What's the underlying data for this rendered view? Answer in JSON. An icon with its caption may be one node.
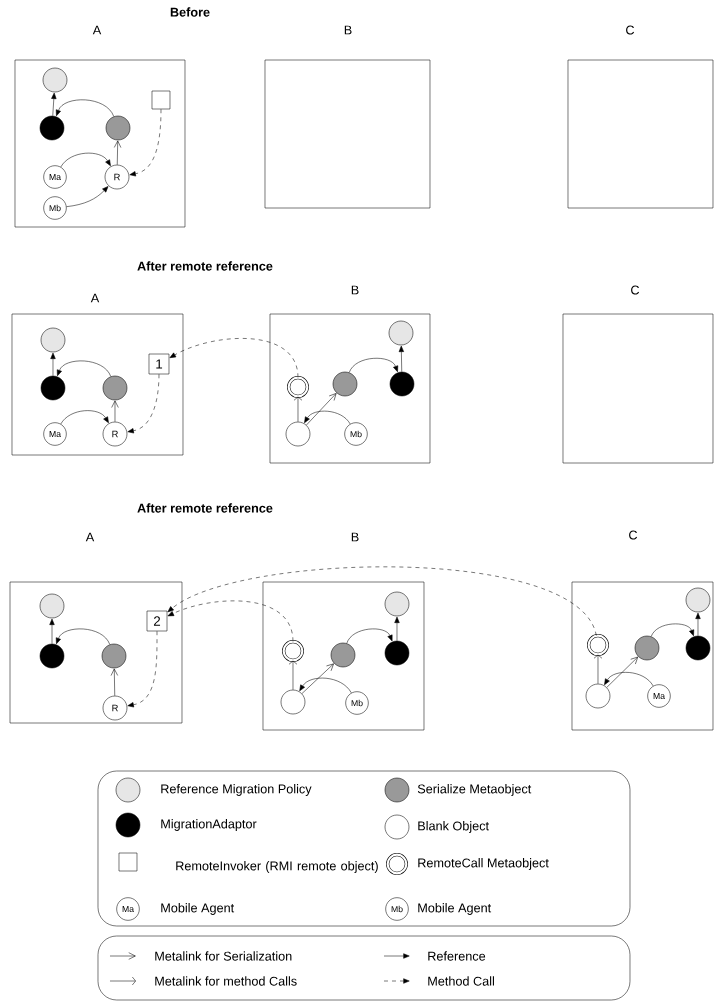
{
  "diagram": {
    "nodes": [
      {
        "text": [
          "A"
        ]
      },
      {
        "text": [],
        "shape": "circle",
        "in": 0
      },
      {
        "text": [],
        "shape": "circle",
        "in": 0
      },
      {
        "text": [],
        "shape": "circle",
        "in": 0
      },
      {
        "text": [],
        "shape": "box",
        "in": 0
      },
      {
        "text": [
          "Ma"
        ],
        "in": 0
      },
      {
        "text": [
          "R"
        ],
        "in": 0
      },
      {
        "text": [
          "Mb"
        ],
        "in": 0
      },
      {
        "text": [
          "B"
        ]
      },
      {
        "text": [
          "C"
        ]
      },
      {
        "text": [
          "A"
        ]
      },
      {
        "text": [],
        "shape": "circle",
        "in": 10
      },
      {
        "text": [],
        "shape": "circle",
        "in": 10
      },
      {
        "text": [],
        "shape": "circle",
        "in": 10
      },
      {
        "text": [
          "1"
        ],
        "in": 10
      },
      {
        "text": [
          "Ma"
        ],
        "in": 10
      },
      {
        "text": [
          "R"
        ],
        "in": 10
      },
      {
        "text": [
          "B"
        ]
      },
      {
        "text": [],
        "shape": "circle",
        "in": 17
      },
      {
        "text": [],
        "shape": "circle",
        "in": 17
      },
      {
        "text": [],
        "shape": "circle",
        "in": 17
      },
      {
        "text": [],
        "shape": "circle",
        "in": 17
      },
      {
        "text": [],
        "shape": "circle",
        "in": 17
      },
      {
        "text": [
          "Mb"
        ],
        "in": 17
      },
      {
        "text": [
          "C"
        ]
      },
      {
        "text": [
          "A"
        ]
      },
      {
        "text": [],
        "shape": "circle",
        "in": 25
      },
      {
        "text": [],
        "shape": "circle",
        "in": 25
      },
      {
        "text": [],
        "shape": "circle",
        "in": 25
      },
      {
        "text": [
          "2"
        ],
        "in": 25
      },
      {
        "text": [
          "R"
        ],
        "in": 25
      },
      {
        "text": [
          "B"
        ]
      },
      {
        "text": [],
        "shape": "circle",
        "in": 31
      },
      {
        "text": [],
        "shape": "circle",
        "in": 31
      },
      {
        "text": [],
        "shape": "circle",
        "in": 31
      },
      {
        "text": [],
        "shape": "circle",
        "in": 31
      },
      {
        "text": [],
        "shape": "circle",
        "in": 31
      },
      {
        "text": [
          "Mb"
        ],
        "in": 31
      },
      {
        "text": [
          "C"
        ]
      },
      {
        "text": [],
        "shape": "circle",
        "in": 38
      },
      {
        "text": [],
        "shape": "circle",
        "in": 38
      },
      {
        "text": [],
        "shape": "circle",
        "in": 38
      },
      {
        "text": [],
        "shape": "circle",
        "in": 38
      },
      {
        "text": [],
        "shape": "circle",
        "in": 38
      },
      {
        "text": [
          "Ma"
        ],
        "in": 38
      }
    ],
    "edges": [
      {
        "from": 2,
        "to": 1,
        "arrow": "to"
      },
      {
        "from": 3,
        "to": 2,
        "arrow": "to"
      },
      {
        "from": 6,
        "to": 3,
        "arrow": "to"
      },
      {
        "from": 5,
        "to": 6,
        "arrow": "to"
      },
      {
        "from": 7,
        "to": 6,
        "arrow": "to"
      },
      {
        "from": 4,
        "to": 6,
        "arrow": "to",
        "style": "dashed"
      },
      {
        "from": 12,
        "to": 11,
        "arrow": "to"
      },
      {
        "from": 13,
        "to": 12,
        "arrow": "to"
      },
      {
        "from": 16,
        "to": 13,
        "arrow": "to"
      },
      {
        "from": 15,
        "to": 16,
        "arrow": "to"
      },
      {
        "from": 14,
        "to": 16,
        "arrow": "to",
        "style": "dashed"
      },
      {
        "from": 18,
        "to": 14,
        "arrow": "to",
        "style": "dashed"
      },
      {
        "from": 20,
        "to": 21,
        "arrow": "to"
      },
      {
        "from": 19,
        "to": 20,
        "arrow": "to"
      },
      {
        "from": 22,
        "to": 19,
        "arrow": "to"
      },
      {
        "from": 22,
        "to": 18,
        "arrow": "to"
      },
      {
        "from": 23,
        "to": 22,
        "arrow": "to"
      },
      {
        "from": 27,
        "to": 26,
        "arrow": "to"
      },
      {
        "from": 28,
        "to": 27,
        "arrow": "to"
      },
      {
        "from": 30,
        "to": 28,
        "arrow": "to"
      },
      {
        "from": 29,
        "to": 30,
        "arrow": "to",
        "style": "dashed"
      },
      {
        "from": 33,
        "to": 29,
        "arrow": "to",
        "style": "dashed"
      },
      {
        "from": 40,
        "to": 29,
        "arrow": "to",
        "style": "dashed"
      },
      {
        "from": 35,
        "to": 32,
        "arrow": "to"
      },
      {
        "from": 34,
        "to": 35,
        "arrow": "to"
      },
      {
        "from": 36,
        "to": 34,
        "arrow": "to"
      },
      {
        "from": 36,
        "to": 33,
        "arrow": "to"
      },
      {
        "from": 37,
        "to": 36,
        "arrow": "to"
      },
      {
        "from": 42,
        "to": 39,
        "arrow": "to"
      },
      {
        "from": 41,
        "to": 42,
        "arrow": "to"
      },
      {
        "from": 43,
        "to": 41,
        "arrow": "to"
      },
      {
        "from": 43,
        "to": 40,
        "arrow": "to"
      },
      {
        "from": 44,
        "to": 43,
        "arrow": "to"
      }
    ],
    "labels": [
      "Before",
      "After remote reference",
      "After remote reference",
      "Ma",
      "Mb"
    ],
    "legend": [
      {
        "text": "Reference Migration Policy",
        "color": "#e6e6e6"
      },
      {
        "text": "Serialize Metaobject",
        "color": "#999999"
      },
      {
        "text": "MigrationAdaptor",
        "color": "#000000"
      },
      {
        "text": "Blank Object"
      },
      {
        "text": "RemoteInvoker (RMI remote object)"
      },
      {
        "text": "RemoteCall Metaobject"
      },
      {
        "text": "Mobile Agent"
      },
      {
        "text": "Mobile Agent"
      },
      {
        "text": "Metalink for Serialization"
      },
      {
        "text": "Reference"
      },
      {
        "text": "Metalink for method Calls"
      },
      {
        "text": "Method Call"
      }
    ]
  }
}
